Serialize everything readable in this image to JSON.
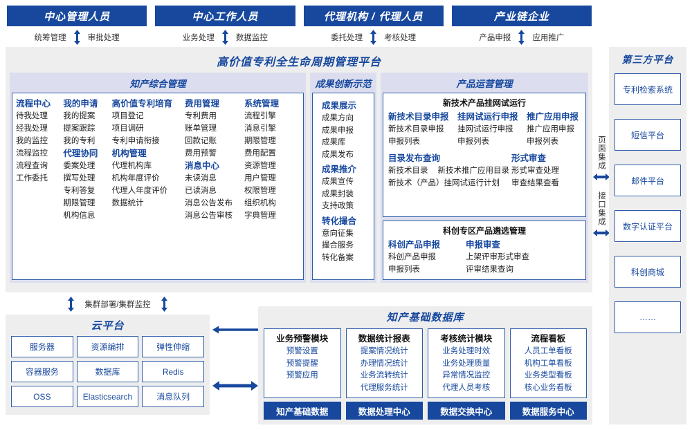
{
  "roles": [
    {
      "title": "中心管理人员",
      "left": "统筹管理",
      "right": "审批处理"
    },
    {
      "title": "中心工作人员",
      "left": "业务处理",
      "right": "数据监控"
    },
    {
      "title": "代理机构 / 代理人员",
      "left": "委托处理",
      "right": "考核处理"
    },
    {
      "title": "产业链企业",
      "left": "产品申报",
      "right": "应用推广"
    }
  ],
  "platform": {
    "title": "高价值专利全生命周期管理平台",
    "zhichan": {
      "title": "知产综合管理",
      "columns": [
        {
          "groups": [
            {
              "header": "流程中心",
              "items": [
                "待我处理",
                "经我处理",
                "我的监控",
                "流程监控",
                "流程查询",
                "工作委托"
              ]
            }
          ]
        },
        {
          "groups": [
            {
              "header": "我的申请",
              "items": [
                "我的提案",
                "提案跟踪",
                "我的专利"
              ]
            },
            {
              "header": "代理协同",
              "items": [
                "委案处理",
                "撰写处理",
                "专利答复",
                "期限管理",
                "机构信息"
              ]
            }
          ]
        },
        {
          "groups": [
            {
              "header": "高价值专利培育",
              "items": [
                "项目登记",
                "项目调研",
                "专利申请衔接"
              ]
            },
            {
              "header": "机构管理",
              "items": [
                "代理机构库",
                "机构年度评价",
                "代理人年度评价",
                "数据统计"
              ]
            }
          ]
        },
        {
          "groups": [
            {
              "header": "费用管理",
              "items": [
                "专利费用",
                "账单管理",
                "回款记账",
                "费用预警"
              ]
            },
            {
              "header": "消息中心",
              "items": [
                "未读消息",
                "已读消息",
                "消息公告发布",
                "消息公告审核"
              ]
            }
          ]
        },
        {
          "groups": [
            {
              "header": "系统管理",
              "items": [
                "流程引擎",
                "消息引擎",
                "期限管理",
                "费用配置",
                "资源管理",
                "用户管理",
                "权限管理",
                "组织机构",
                "字典管理"
              ]
            }
          ]
        }
      ]
    },
    "chengguo": {
      "title": "成果创新示范",
      "groups": [
        {
          "header": "成果展示",
          "items": [
            "成果方向",
            "成果申报",
            "成果库",
            "成果发布"
          ]
        },
        {
          "header": "成果推介",
          "items": [
            "成果宣传",
            "成果封装",
            "支持政策"
          ]
        },
        {
          "header": "转化撮合",
          "items": [
            "意向征集",
            "撮合服务",
            "转化备案"
          ]
        }
      ]
    },
    "chanpin": {
      "title": "产品运营管理",
      "boxes": [
        {
          "title": "新技术产品挂网试运行",
          "row1": [
            {
              "header": "新技术目录申报",
              "items": [
                "新技术目录申报",
                "申报列表"
              ]
            },
            {
              "header": "挂网试运行申报",
              "items": [
                "挂网试运行申报",
                "申报列表"
              ]
            },
            {
              "header": "推广应用申报",
              "items": [
                "推广应用申报",
                "申报列表"
              ]
            }
          ],
          "row2_left": {
            "header": "目录发布查询",
            "inline": [
              "新技术目录",
              "新技术推广应用目录"
            ],
            "items": [
              "新技术（产品）挂网试运行计划"
            ]
          },
          "row2_right": {
            "header": "形式审查",
            "items": [
              "形式审查处理",
              "审查结果查看"
            ]
          }
        },
        {
          "title": "科创专区产品遴选管理",
          "row1": [
            {
              "header": "科创产品申报",
              "items": [
                "科创产品申报",
                "申报列表"
              ]
            },
            {
              "header": "申报审查",
              "items": [
                "上架评审形式审查",
                "评审结果查询"
              ]
            }
          ]
        }
      ]
    }
  },
  "integration": {
    "page_label": "页面集成",
    "api_label": "接口集成"
  },
  "third_party": {
    "title": "第三方平台",
    "items": [
      "专利检索系统",
      "短信平台",
      "邮件平台",
      "数字认证平台",
      "科创商城",
      "……"
    ]
  },
  "cluster": {
    "label": "集群部署/集群监控"
  },
  "cloud": {
    "title": "云平台",
    "cells": [
      "服务器",
      "资源编排",
      "弹性伸缩",
      "容器服务",
      "数据库",
      "Redis",
      "OSS",
      "Elasticsearch",
      "消息队列"
    ]
  },
  "database": {
    "title": "知产基础数据库",
    "columns": [
      {
        "header": "业务预警模块",
        "items": [
          "预警设置",
          "预警提醒",
          "预警应用"
        ],
        "footer": "知产基础数据"
      },
      {
        "header": "数据统计报表",
        "items": [
          "提案情况统计",
          "办理情况统计",
          "业务流转统计",
          "代理服务统计"
        ],
        "footer": "数据处理中心"
      },
      {
        "header": "考核统计模块",
        "items": [
          "业务处理时效",
          "业务处理质量",
          "异常情况监控",
          "代理人员考核"
        ],
        "footer": "数据交换中心"
      },
      {
        "header": "流程看板",
        "items": [
          "人员工单看板",
          "机构工单看板",
          "业务类型看板",
          "核心业务看板"
        ],
        "footer": "数据服务中心"
      }
    ]
  },
  "colors": {
    "brand": "#17489e",
    "panel_bg": "#eeeeee",
    "section_bg": "#dcdef0",
    "border": "#2f5ca8"
  }
}
